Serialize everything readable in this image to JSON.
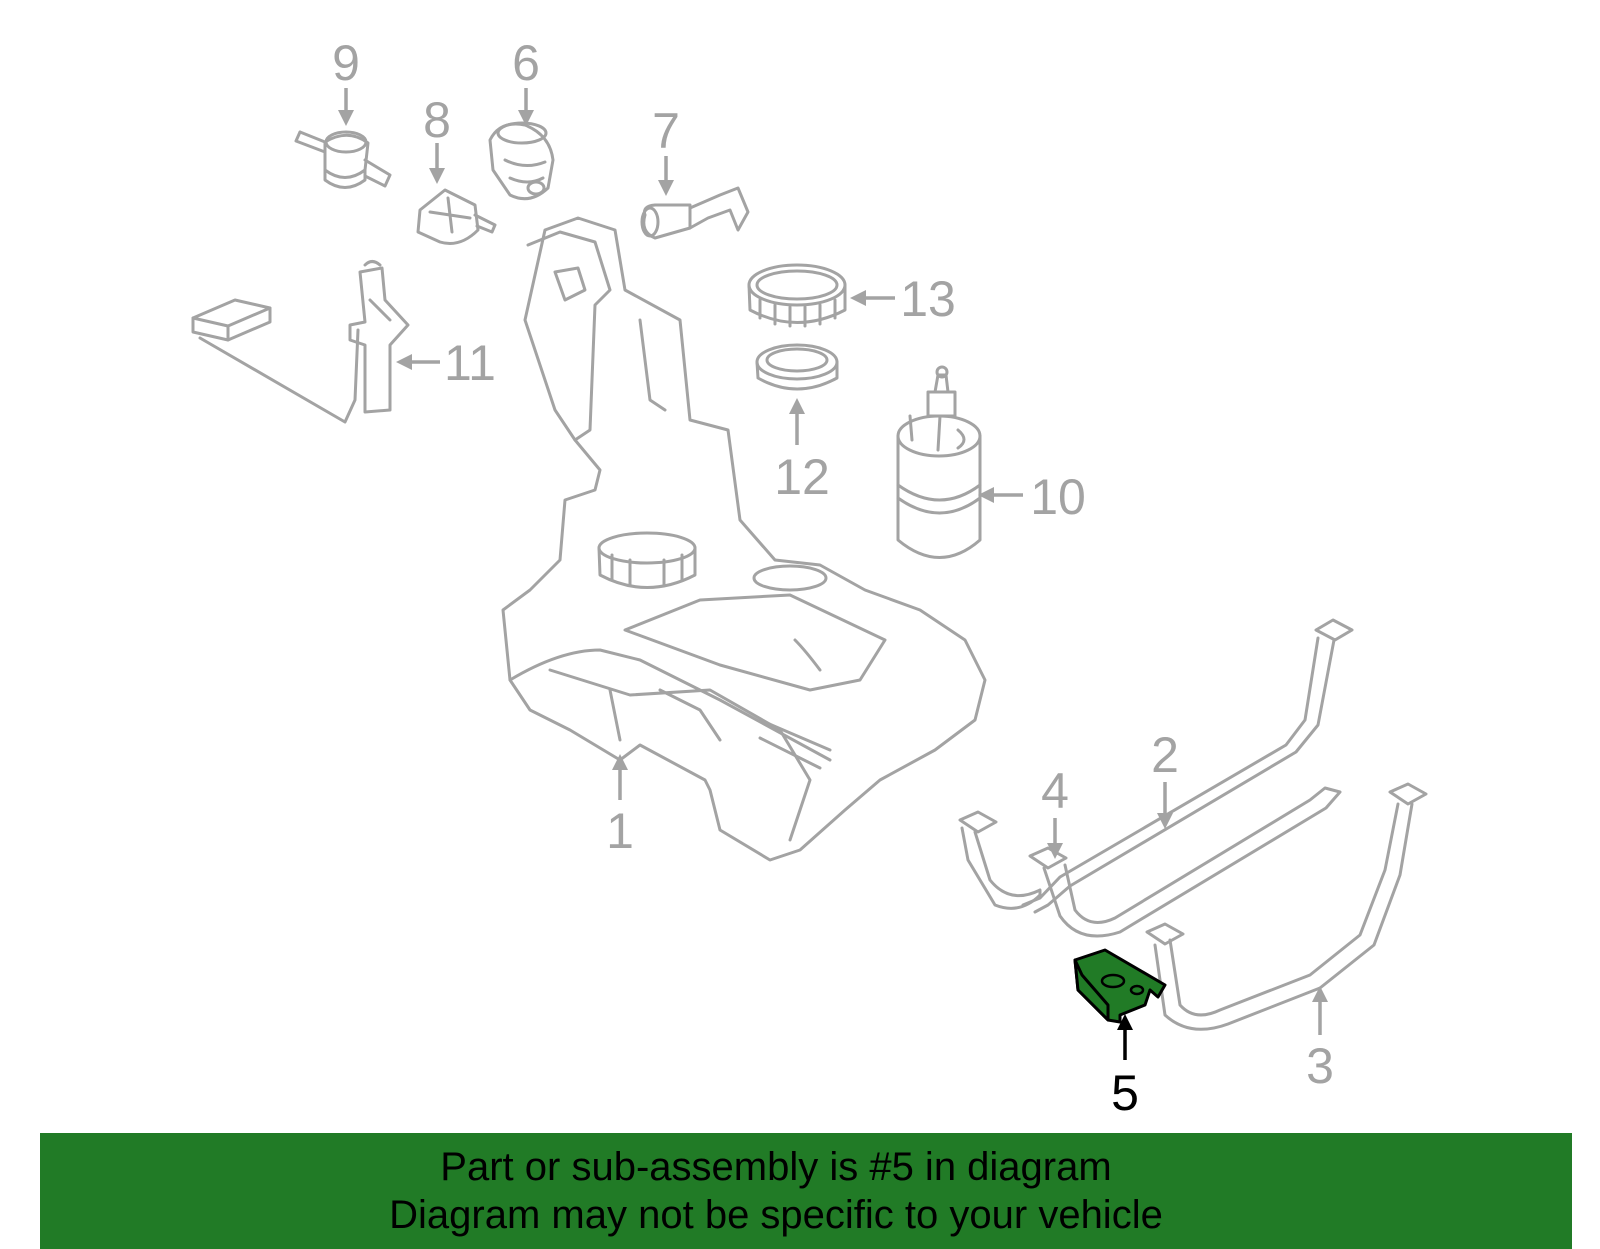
{
  "diagram": {
    "callouts": {
      "c1": "1",
      "c2": "2",
      "c3": "3",
      "c4": "4",
      "c5": "5",
      "c6": "6",
      "c7": "7",
      "c8": "8",
      "c9": "9",
      "c10": "10",
      "c11": "11",
      "c12": "12",
      "c13": "13"
    },
    "highlighted_part": "5",
    "highlight_color": "#217b26",
    "line_color": "#a3a3a3"
  },
  "banner": {
    "line1": "Part or sub-assembly is #5 in diagram",
    "line2": "Diagram may not be specific to your vehicle",
    "background_color": "#217b26"
  }
}
